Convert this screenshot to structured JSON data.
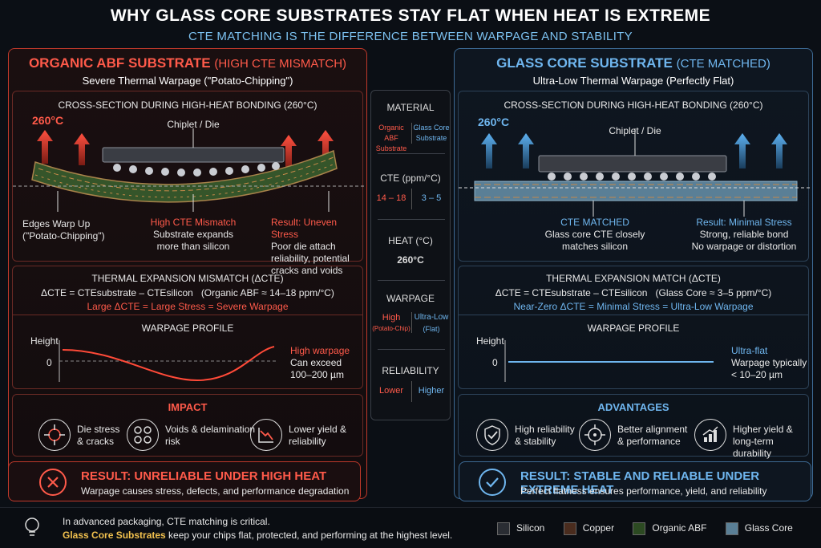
{
  "header": {
    "title": "WHY GLASS CORE SUBSTRATES STAY FLAT WHEN HEAT IS EXTREME",
    "subtitle": "CTE MATCHING IS THE DIFFERENCE BETWEEN WARPAGE AND STABILITY"
  },
  "left": {
    "title_main": "ORGANIC ABF SUBSTRATE",
    "title_paren": "(HIGH CTE MISMATCH)",
    "subtitle": "Severe Thermal Warpage (\"Potato-Chipping\")",
    "cross_title": "CROSS-SECTION DURING HIGH-HEAT BONDING (260°C)",
    "temp": "260°C",
    "chiplet": "Chiplet / Die",
    "edges": "Edges Warp Up",
    "edges2": "(\"Potato-Chipping\")",
    "mismatch": "High CTE Mismatch",
    "mismatch_d1": "Substrate expands",
    "mismatch_d2": "more than silicon",
    "result_t": "Result: Uneven Stress",
    "result_d1": "Poor die attach",
    "result_d2": "reliability, potential",
    "result_d3": "cracks and voids",
    "te_title": "THERMAL EXPANSION MISMATCH (ΔCTE)",
    "te_formula": "ΔCTE = CTEsubstrate – CTEsilicon",
    "te_note": "(Organic ABF ≈ 14–18 ppm/°C)",
    "te_hl": "Large ΔCTE = Large Stress = Severe Warpage",
    "wp_title": "WARPAGE PROFILE",
    "wp_y": "Height",
    "wp_zero": "0",
    "wp_hl": "High warpage",
    "wp_d1": "Can exceed",
    "wp_d2": "100–200 µm",
    "imp_title": "IMPACT",
    "imp": [
      {
        "l1": "Die stress",
        "l2": "& cracks"
      },
      {
        "l1": "Voids & delamination",
        "l2": "risk"
      },
      {
        "l1": "Lower yield &",
        "l2": "reliability"
      }
    ],
    "res_title": "RESULT: UNRELIABLE UNDER HIGH HEAT",
    "res_sub": "Warpage causes stress, defects, and performance degradation"
  },
  "right": {
    "title_main": "GLASS CORE SUBSTRATE",
    "title_paren": "(CTE MATCHED)",
    "subtitle": "Ultra-Low Thermal Warpage (Perfectly Flat)",
    "cross_title": "CROSS-SECTION DURING HIGH-HEAT BONDING (260°C)",
    "temp": "260°C",
    "chiplet": "Chiplet / Die",
    "matched": "CTE MATCHED",
    "matched_d1": "Glass core CTE closely",
    "matched_d2": "matches silicon",
    "result_t": "Result: Minimal Stress",
    "result_d1": "Strong, reliable bond",
    "result_d2": "No warpage or distortion",
    "te_title": "THERMAL EXPANSION MATCH (ΔCTE)",
    "te_formula": "ΔCTE = CTEsubstrate – CTEsilicon",
    "te_note": "(Glass Core ≈ 3–5 ppm/°C)",
    "te_hl": "Near-Zero ΔCTE = Minimal Stress = Ultra-Low Warpage",
    "wp_title": "WARPAGE PROFILE",
    "wp_y": "Height",
    "wp_zero": "0",
    "wp_hl": "Ultra-flat",
    "wp_d1": "Warpage typically",
    "wp_d2": "< 10–20 µm",
    "adv_title": "ADVANTAGES",
    "adv": [
      {
        "l1": "High reliability",
        "l2": "& stability"
      },
      {
        "l1": "Better alignment",
        "l2": "& performance"
      },
      {
        "l1": "Higher yield &",
        "l2": "long-term durability"
      }
    ],
    "res_title": "RESULT: STABLE AND RELIABLE UNDER EXTREME HEAT",
    "res_sub": "Perfect flatness ensures performance, yield, and reliability"
  },
  "middle": {
    "material": "MATERIAL",
    "mat_l1": "Organic ABF",
    "mat_l2": "Substrate",
    "mat_r1": "Glass Core",
    "mat_r2": "Substrate",
    "cte": "CTE (ppm/°C)",
    "cte_l": "14 – 18",
    "cte_r": "3 – 5",
    "heat": "HEAT (°C)",
    "heat_v": "260°C",
    "warpage": "WARPAGE",
    "wp_l1": "High",
    "wp_l2": "(Potato-Chip)",
    "wp_r1": "Ultra-Low",
    "wp_r2": "(Flat)",
    "reliability": "RELIABILITY",
    "rel_l": "Lower",
    "rel_r": "Higher"
  },
  "footer": {
    "line1": "In advanced packaging, CTE matching is critical.",
    "line2_hl": "Glass Core Substrates",
    "line2_rest": " keep your chips flat, protected, and performing at the highest level.",
    "legend": [
      {
        "label": "Silicon",
        "color": "#2a2d33"
      },
      {
        "label": "Copper",
        "color": "#4a2c1e"
      },
      {
        "label": "Organic ABF",
        "color": "#2c4a22"
      },
      {
        "label": "Glass Core",
        "color": "#5a7f96"
      }
    ]
  }
}
